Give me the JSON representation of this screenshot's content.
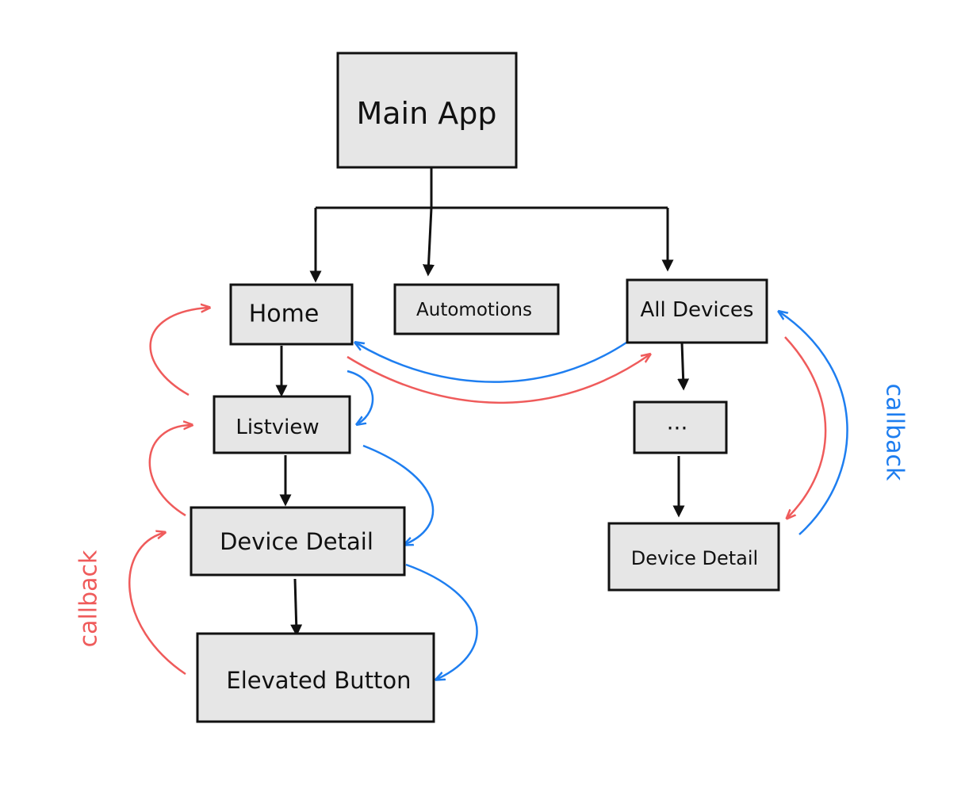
{
  "diagram": {
    "colors": {
      "black": "#111111",
      "red": "#ef5b5b",
      "blue": "#1e7ef0",
      "node_fill": "#e6e6e6"
    },
    "nodes": {
      "main_app": "Main App",
      "home": "Home",
      "automations": "Automotions",
      "all_devices": "All Devices",
      "ellipsis": "...",
      "listview": "Listview",
      "device_detail_left": "Device Detail",
      "device_detail_right": "Device Detail",
      "elevated_button": "Elevated Button"
    },
    "labels": {
      "callback_left": "callback",
      "callback_right": "callback"
    }
  }
}
